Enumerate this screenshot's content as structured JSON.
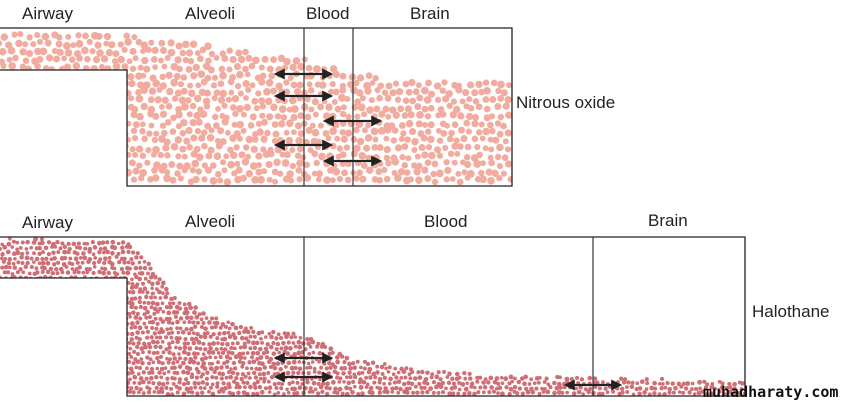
{
  "panels": {
    "nitrous": {
      "name": "Nitrous oxide",
      "labels": {
        "airway": "Airway",
        "alveoli": "Alveoli",
        "blood": "Blood",
        "brain": "Brain"
      }
    },
    "halothane": {
      "name": "Halothane",
      "labels": {
        "airway": "Airway",
        "alveoli": "Alveoli",
        "blood": "Blood",
        "brain": "Brain"
      }
    }
  },
  "watermark": "muhadharaty.com",
  "colors": {
    "nitrous_particle": "#f2ab9f",
    "halothane_particle": "#cf6e74",
    "outline": "#222222",
    "arrow": "#222222"
  }
}
